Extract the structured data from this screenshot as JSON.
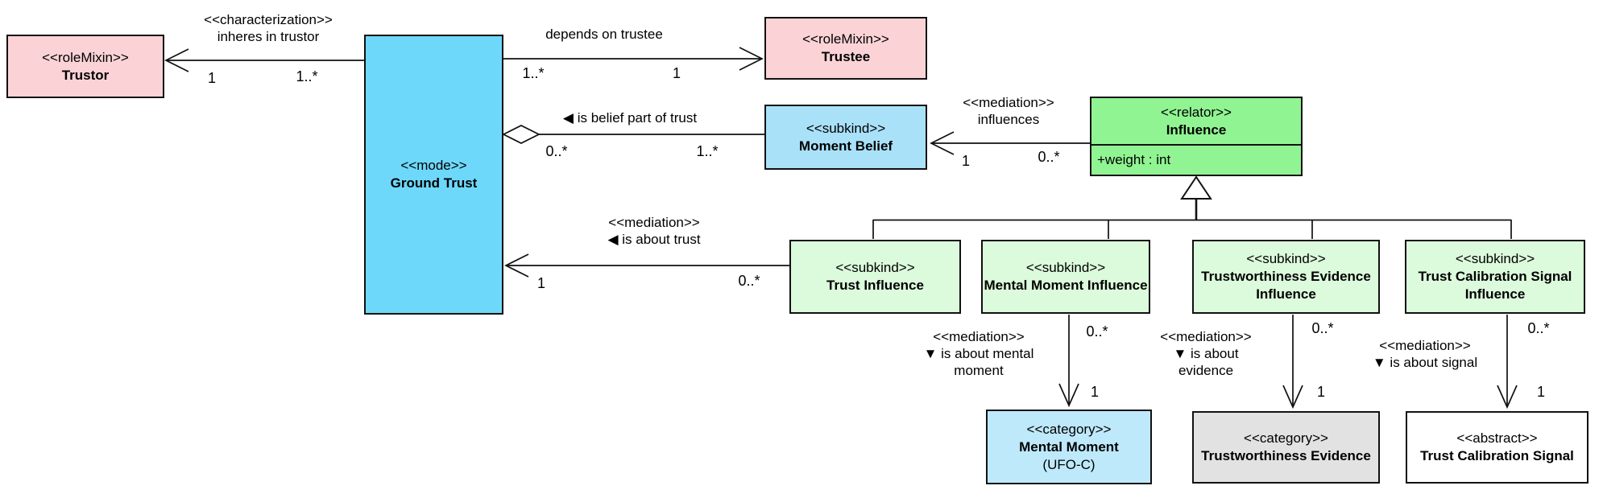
{
  "diagram_kind": "OntoUML class diagram",
  "colors": {
    "role_mixin_fill": "#fbd3d6",
    "mode_fill": "#6ed8fa",
    "subkind_blue_fill": "#a9e1f9",
    "relator_fill": "#90f492",
    "subkind_green_fill": "#dcfadc",
    "category_blue_fill": "#bee9fb",
    "category_gray_fill": "#e3e2e2",
    "abstract_fill": "#ffffff",
    "line": "#000000"
  },
  "classes": {
    "trustor": {
      "stereotype": "<<roleMixin>>",
      "name": "Trustor"
    },
    "ground_trust": {
      "stereotype": "<<mode>>",
      "name": "Ground Trust"
    },
    "trustee": {
      "stereotype": "<<roleMixin>>",
      "name": "Trustee"
    },
    "moment_belief": {
      "stereotype": "<<subkind>>",
      "name": "Moment Belief"
    },
    "influence": {
      "stereotype": "<<relator>>",
      "name": "Influence",
      "attribute": "+weight : int"
    },
    "trust_influence": {
      "stereotype": "<<subkind>>",
      "name": "Trust Influence"
    },
    "mental_moment_influence": {
      "stereotype": "<<subkind>>",
      "name": "Mental Moment Influence"
    },
    "trustworthiness_evidence_influence": {
      "stereotype": "<<subkind>>",
      "name": "Trustworthiness Evidence Influence"
    },
    "trust_calibration_signal_influence": {
      "stereotype": "<<subkind>>",
      "name": "Trust Calibration Signal Influence"
    },
    "mental_moment": {
      "stereotype": "<<category>>",
      "name": "Mental Moment",
      "annotation": "(UFO-C)"
    },
    "trustworthiness_evidence": {
      "stereotype": "<<category>>",
      "name": "Trustworthiness Evidence"
    },
    "trust_calibration_signal": {
      "stereotype": "<<abstract>>",
      "name": "Trust Calibration Signal"
    }
  },
  "edges": {
    "characterization": {
      "stereotype": "<<characterization>>",
      "name": "inheres in trustor",
      "mult_trustor_end": "1",
      "mult_ground_trust_end": "1..*"
    },
    "depends_on_trustee": {
      "name": "depends on trustee",
      "mult_ground_trust_end": "1..*",
      "mult_trustee_end": "1"
    },
    "is_belief_part_of_trust": {
      "name": "◀ is belief part of trust",
      "mult_ground_trust_end": "0..*",
      "mult_moment_belief_end": "1..*"
    },
    "influences": {
      "stereotype": "<<mediation>>",
      "name": "influences",
      "mult_moment_belief_end": "1",
      "mult_influence_end": "0..*"
    },
    "is_about_trust": {
      "stereotype": "<<mediation>>",
      "name": "◀ is about trust",
      "mult_ground_trust_end": "1",
      "mult_trust_influence_end": "0..*"
    },
    "is_about_mental_moment": {
      "stereotype": "<<mediation>>",
      "name": "▼ is about mental moment",
      "mult_influence_end": "0..*",
      "mult_mental_moment_end": "1"
    },
    "is_about_evidence": {
      "stereotype": "<<mediation>>",
      "name": "▼ is about evidence",
      "mult_influence_end": "0..*",
      "mult_evidence_end": "1"
    },
    "is_about_signal": {
      "stereotype": "<<mediation>>",
      "name": "▼ is about signal",
      "mult_influence_end": "0..*",
      "mult_signal_end": "1"
    }
  }
}
